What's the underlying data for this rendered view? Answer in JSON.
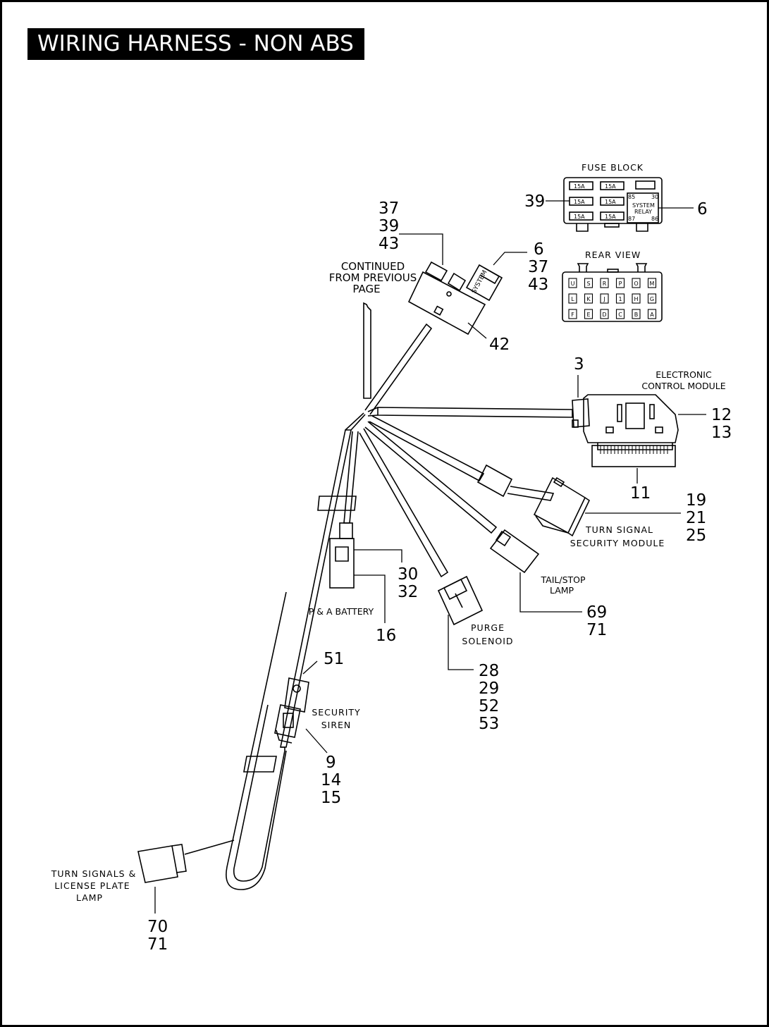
{
  "title": "WIRING HARNESS - NON ABS",
  "labels": {
    "fuse_block": "FUSE BLOCK",
    "rear_view": "REAR VIEW",
    "continued": [
      "CONTINUED",
      "FROM PREVIOUS",
      "PAGE"
    ],
    "ecm": [
      "ELECTRONIC",
      "CONTROL MODULE"
    ],
    "turn_signal_module": [
      "TURN SIGNAL",
      "SECURITY MODULE"
    ],
    "tail_stop": [
      "TAIL/STOP",
      "LAMP"
    ],
    "pa_battery": "P & A BATTERY",
    "purge": [
      "PURGE",
      "SOLENOID"
    ],
    "siren": [
      "SECURITY",
      "SIREN"
    ],
    "turn_signals_license": [
      "TURN  SIGNALS &",
      "LICENSE PLATE",
      "LAMP"
    ]
  },
  "fuse_block": {
    "fuses": [
      "15A",
      "15A",
      "15A",
      "15A",
      "15A",
      "15A"
    ],
    "relay": [
      "SYSTEM",
      "RELAY"
    ],
    "relay_pins": [
      "85",
      "30",
      "87",
      "86"
    ]
  },
  "rear_view_cells": [
    [
      "U",
      "S",
      "R",
      "P",
      "O",
      "M"
    ],
    [
      "L",
      "K",
      "J",
      "1",
      "H",
      "G"
    ],
    [
      "F",
      "E",
      "D",
      "C",
      "B",
      "A"
    ]
  ],
  "connector_text": "SYSTEM",
  "callouts": {
    "c37_39_43": [
      "37",
      "39",
      "43"
    ],
    "c6_37_43": [
      "6",
      "37",
      "43"
    ],
    "c42": "42",
    "c39_fuse": "39",
    "c6_fuse": "6",
    "c3": "3",
    "c12_13": [
      "12",
      "13"
    ],
    "c11": "11",
    "c19_21_25": [
      "19",
      "21",
      "25"
    ],
    "c30_32": [
      "30",
      "32"
    ],
    "c16": "16",
    "c69_71": [
      "69",
      "71"
    ],
    "c28_29_52_53": [
      "28",
      "29",
      "52",
      "53"
    ],
    "c51": "51",
    "c9_14_15": [
      "9",
      "14",
      "15"
    ],
    "c70_71": [
      "70",
      "71"
    ]
  }
}
